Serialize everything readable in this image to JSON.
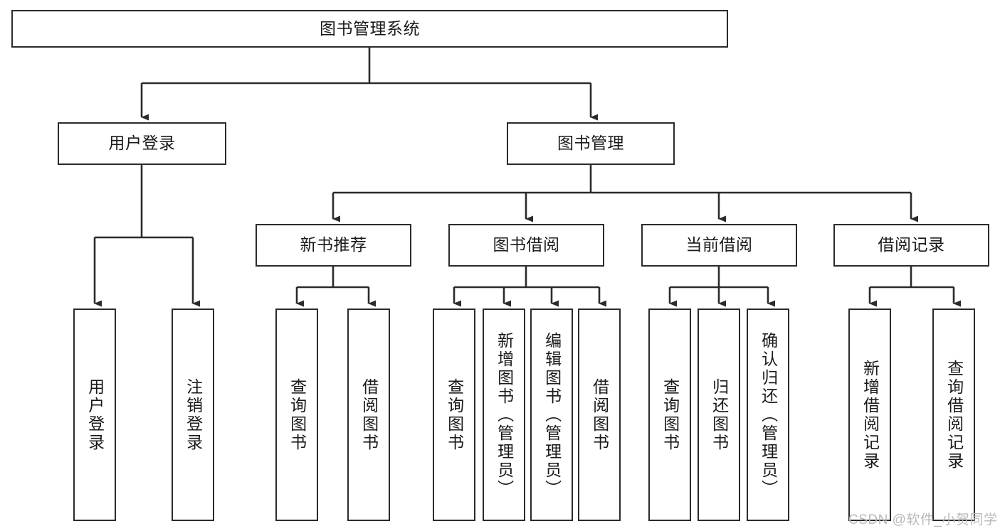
{
  "diagram": {
    "type": "tree-hierarchy",
    "title": "图书管理系统",
    "orientation": "top-down",
    "colors": {
      "box_border": "#2b2b2b",
      "box_fill": "#ffffff",
      "edge": "#2b2b2b",
      "text": "#1a1a1a",
      "watermark": "#b9b9b9",
      "canvas": "#ffffff"
    },
    "watermark": "CSDN @软件_小贺同学"
  },
  "nodes": {
    "root": {
      "label": "图书管理系统",
      "level": 0
    },
    "level1": [
      {
        "id": "user-login",
        "label": "用户登录"
      },
      {
        "id": "book-management",
        "label": "图书管理"
      }
    ],
    "level2": [
      {
        "id": "new-book-recommend",
        "label": "新书推荐",
        "parent": "book-management"
      },
      {
        "id": "book-borrow",
        "label": "图书借阅",
        "parent": "book-management"
      },
      {
        "id": "current-borrow",
        "label": "当前借阅",
        "parent": "book-management"
      },
      {
        "id": "borrow-record",
        "label": "借阅记录",
        "parent": "book-management"
      }
    ],
    "leaves": {
      "user-login": [
        {
          "id": "leaf-user-login",
          "label": "用户登录"
        },
        {
          "id": "leaf-user-logout",
          "label": "注销登录"
        }
      ],
      "new-book-recommend": [
        {
          "id": "leaf-query-book-1",
          "label": "查询图书"
        },
        {
          "id": "leaf-borrow-book-1",
          "label": "借阅图书"
        }
      ],
      "book-borrow": [
        {
          "id": "leaf-query-book-2",
          "label": "查询图书"
        },
        {
          "id": "leaf-add-book",
          "label": "新增图书（管理员）"
        },
        {
          "id": "leaf-edit-book",
          "label": "编辑图书（管理员）"
        },
        {
          "id": "leaf-borrow-book-2",
          "label": "借阅图书"
        }
      ],
      "current-borrow": [
        {
          "id": "leaf-query-book-3",
          "label": "查询图书"
        },
        {
          "id": "leaf-return-book",
          "label": "归还图书"
        },
        {
          "id": "leaf-confirm-return",
          "label": "确认归还（管理员）"
        }
      ],
      "borrow-record": [
        {
          "id": "leaf-add-record",
          "label": "新增借阅记录"
        },
        {
          "id": "leaf-query-record",
          "label": "查询借阅记录"
        }
      ]
    }
  }
}
